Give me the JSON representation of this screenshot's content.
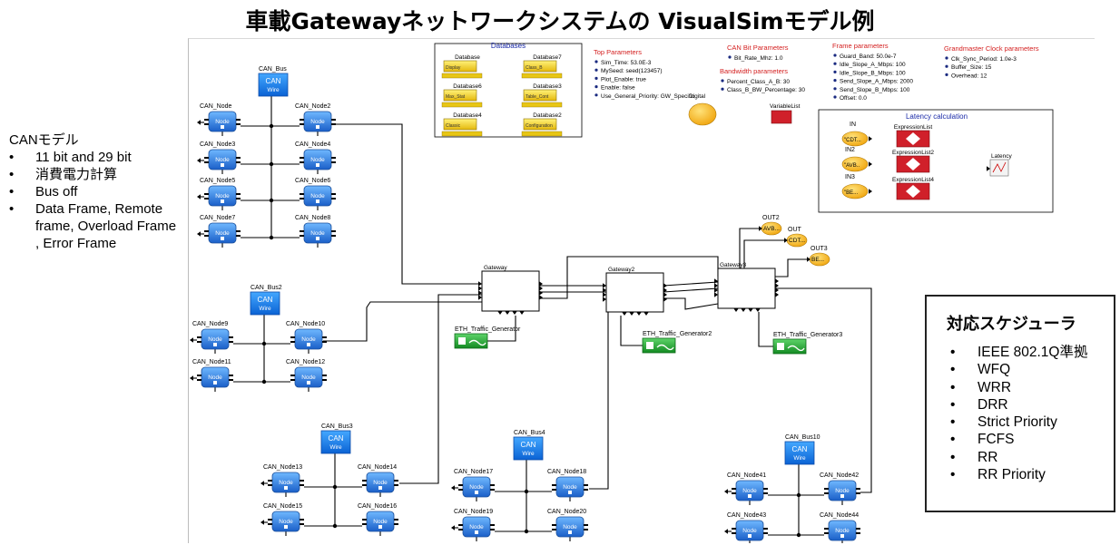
{
  "slide_title": "車載Gatewayネットワークシステムの VisualSimモデル例",
  "left_panel": {
    "heading": "CANモデル",
    "bullets": [
      "11 bit and 29 bit",
      "消費電力計算",
      "Bus off",
      "Data Frame, Remote frame, Overload Frame , Error Frame"
    ]
  },
  "scheduler_box": {
    "heading": "対応スケジューラ",
    "items": [
      "IEEE 802.1Q準拠",
      "WFQ",
      "WRR",
      "DRR",
      "Strict Priority",
      "FCFS",
      "RR",
      "RR Priority"
    ]
  },
  "model": {
    "colors": {
      "param_title": "#d42020",
      "node_blue": "#2a80e0",
      "gen_green": "#1c9e2c",
      "expr_red": "#d0202a",
      "db_yellow": "#f2d21a",
      "const_orange": "#f4b818"
    },
    "databases": {
      "title": "Databases",
      "items": [
        {
          "label": "Database",
          "inner": "Display"
        },
        {
          "label": "Database7",
          "inner": "Class_B"
        },
        {
          "label": "Database6",
          "inner": "Max_Stat"
        },
        {
          "label": "Database3",
          "inner": "Table_Cont"
        },
        {
          "label": "Database4",
          "inner": "Classic"
        },
        {
          "label": "Database2",
          "inner": "Configuration"
        }
      ]
    },
    "top_params": {
      "title": "Top Parameters",
      "lines": [
        "Sim_Time: 53.0E-3",
        "MySeed: seed(123457)",
        "Plot_Enable: true",
        "Enable: false",
        "Use_General_Priority: GW_Specific"
      ]
    },
    "can_bit_params": {
      "title": "CAN Bit Parameters",
      "lines": [
        "Bit_Rate_Mhz: 1.0"
      ]
    },
    "bandwidth_params": {
      "title": "Bandwidth parameters",
      "lines": [
        "Percent_Class_A_B: 30",
        "Class_B_BW_Percentage: 30"
      ]
    },
    "frame_params": {
      "title": "Frame parameters",
      "lines": [
        "Guard_Band: 50.0e-7",
        "Idle_Slope_A_Mbps: 100",
        "Idle_Slope_B_Mbps: 100",
        "Send_Slope_A_Mbps: 2000",
        "Send_Slope_B_Mbps: 100",
        "Offset: 0.0"
      ]
    },
    "gm_params": {
      "title": "Grandmaster Clock parameters",
      "lines": [
        "Clk_Sync_Period: 1.0e-3",
        "Buffer_Size: 15",
        "Overhead: 12"
      ]
    },
    "digital_label": "Digital",
    "variable_list_label": "VariableList",
    "latency": {
      "title": "Latency calculation",
      "inputs": [
        {
          "label": "IN",
          "value": "\"CDT..."
        },
        {
          "label": "IN2",
          "value": "\"AVB.."
        },
        {
          "label": "IN3",
          "value": "\"BE..."
        }
      ],
      "expressions": [
        "ExpressionList",
        "ExpressionList2",
        "ExpressionList4"
      ],
      "output": "Latency"
    },
    "outputs": [
      {
        "label": "OUT2",
        "value": "AVB..."
      },
      {
        "label": "OUT",
        "value": "CDT..."
      },
      {
        "label": "OUT3",
        "value": "BE..."
      }
    ],
    "gateways": [
      "Gateway",
      "Gateway2",
      "Gateway3"
    ],
    "eth_generators": [
      "ETH_Traffic_Generator",
      "ETH_Traffic_Generator2",
      "ETH_Traffic_Generator3"
    ],
    "bus_icon_text": [
      "CAN",
      "Wire"
    ],
    "node_icon_text": "Node",
    "buses": [
      {
        "label": "CAN_Bus",
        "nodes": [
          "CAN_Node",
          "CAN_Node2",
          "CAN_Node3",
          "CAN_Node4",
          "CAN_Node5",
          "CAN_Node6",
          "CAN_Node7",
          "CAN_Node8"
        ]
      },
      {
        "label": "CAN_Bus2",
        "nodes": [
          "CAN_Node9",
          "CAN_Node10",
          "CAN_Node11",
          "CAN_Node12"
        ]
      },
      {
        "label": "CAN_Bus3",
        "nodes": [
          "CAN_Node13",
          "CAN_Node14",
          "CAN_Node15",
          "CAN_Node16"
        ]
      },
      {
        "label": "CAN_Bus4",
        "nodes": [
          "CAN_Node17",
          "CAN_Node18",
          "CAN_Node19",
          "CAN_Node20"
        ]
      },
      {
        "label": "CAN_Bus10",
        "nodes": [
          "CAN_Node41",
          "CAN_Node42",
          "CAN_Node43",
          "CAN_Node44"
        ]
      }
    ]
  }
}
